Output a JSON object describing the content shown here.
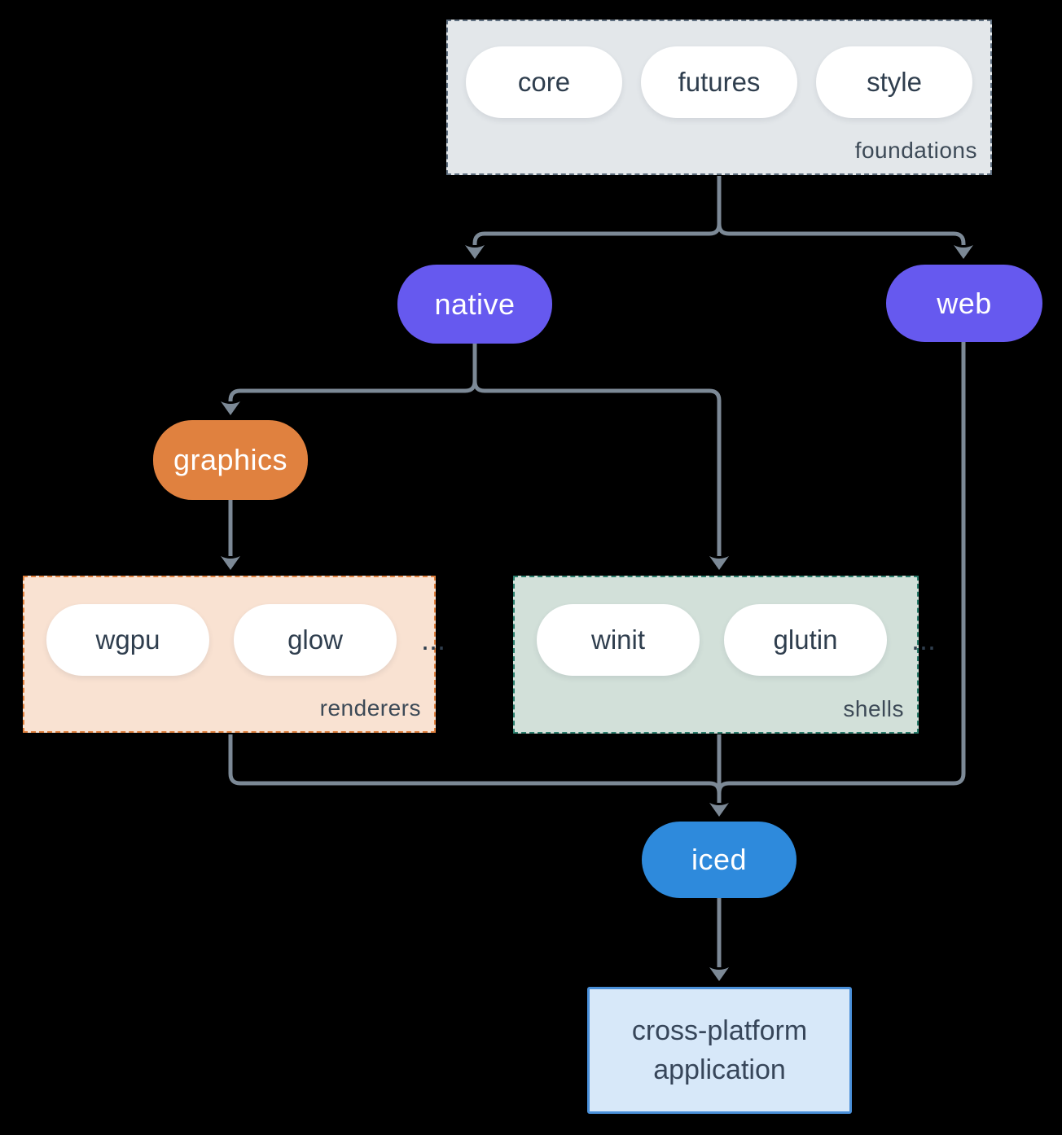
{
  "canvas": {
    "background": "#000000",
    "connector_color": "#7c8996"
  },
  "groups": {
    "foundations": {
      "label": "foundations",
      "fill": "#e3e7ea",
      "border": "#5f6f80",
      "pills": [
        "core",
        "futures",
        "style"
      ]
    },
    "renderers": {
      "label": "renderers",
      "fill": "#f9e2d2",
      "border": "#e0813f",
      "pills": [
        "wgpu",
        "glow"
      ],
      "ellipsis": "..."
    },
    "shells": {
      "label": "shells",
      "fill": "#d2e0d9",
      "border": "#2a7d6c",
      "pills": [
        "winit",
        "glutin"
      ],
      "ellipsis": "..."
    }
  },
  "nodes": {
    "native": {
      "label": "native",
      "fill": "#6659ef"
    },
    "web": {
      "label": "web",
      "fill": "#6659ef"
    },
    "graphics": {
      "label": "graphics",
      "fill": "#e0813f"
    },
    "iced": {
      "label": "iced",
      "fill": "#2e8adc"
    }
  },
  "app": {
    "line1": "cross-platform",
    "line2": "application",
    "fill": "#d7e8f9",
    "border": "#4a90d9"
  }
}
